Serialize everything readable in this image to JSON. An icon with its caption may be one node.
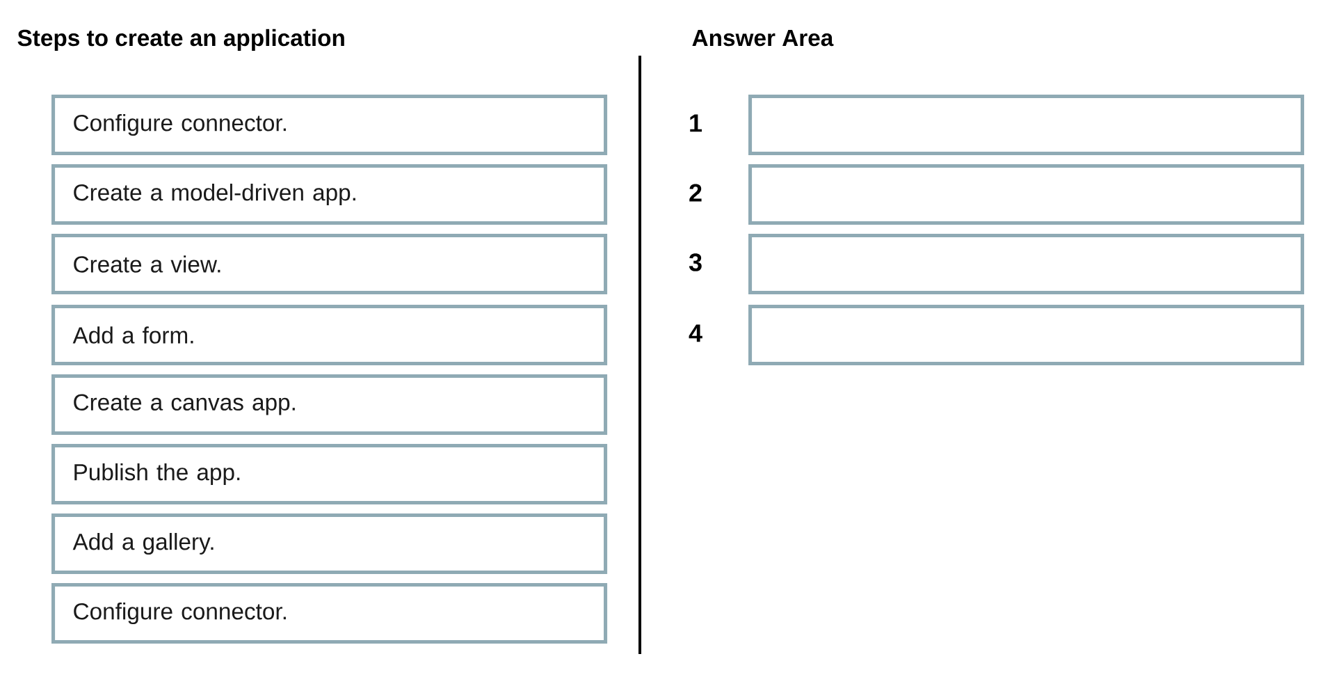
{
  "diagram": {
    "nodes": [
      {
        "text": [
          "Configure connector."
        ]
      },
      {
        "text": [
          "Create a model-driven app."
        ]
      },
      {
        "text": [
          "Create a view."
        ]
      },
      {
        "text": [
          "Add a form."
        ]
      },
      {
        "text": [
          "Create a canvas app."
        ]
      },
      {
        "text": [
          "Publish the app."
        ]
      },
      {
        "text": [
          "Add a gallery."
        ]
      },
      {
        "text": [
          "Configure connector."
        ]
      },
      {
        "text": [],
        "shape": "box",
        "beside": [
          "1"
        ]
      },
      {
        "text": [],
        "shape": "box",
        "beside": [
          "2"
        ]
      },
      {
        "text": [],
        "shape": "box",
        "beside": [
          "3"
        ]
      },
      {
        "text": [],
        "shape": "box",
        "beside": [
          "4"
        ]
      }
    ],
    "labels": [
      "Steps to create an application",
      "Answer Area"
    ]
  }
}
